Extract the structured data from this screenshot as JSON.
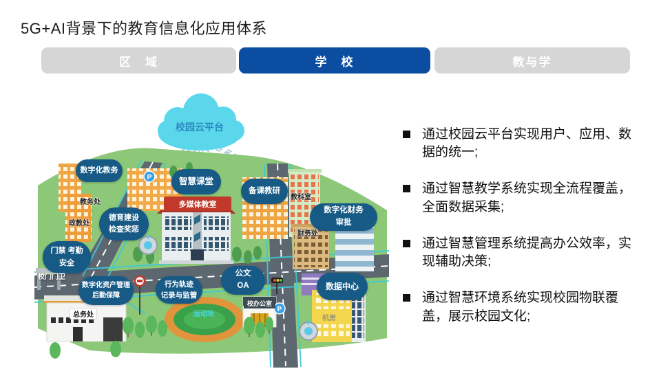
{
  "title": "5G+AI背景下的教育信息化应用体系",
  "tabs": {
    "region": "区　域",
    "school": "学　校",
    "teaching": "教与学"
  },
  "bullets": {
    "items": [
      "通过校园云平台实现用户、应用、数据的统一;",
      "通过智慧教学系统实现全流程覆盖，全面数据采集;",
      "通过智慧管理系统提高办公效率，实现辅助决策;",
      "通过智慧环境系统实现校园物联覆盖，展示校园文化;"
    ]
  },
  "diagram": {
    "cloud": "校园云平台",
    "building_sign": "多媒体教室",
    "bubbles": {
      "academic": "数字化教务",
      "classroom": "智慧课堂",
      "research": "备课教研",
      "moral": "德育建设\n检查奖惩",
      "finance": "数字化财务\n审批",
      "access": "门禁 考勤\n安全",
      "asset": "数字化资产管理\n后勤保障",
      "behavior": "行为轨迹\n记录与监管",
      "oa": "公文\nOA",
      "datacenter": "数据中心"
    },
    "labels": {
      "jiaowuchu": "教务处",
      "zhengjiaochu": "政教处",
      "jiaokeshi": "教科室",
      "caiwuchu": "财务处",
      "gate": "校门门卫",
      "zongwuchu": "总务处",
      "office": "校办公室",
      "server_room": "机房",
      "playground": "运动场"
    },
    "icons": {
      "parking": "P"
    }
  },
  "colors": {
    "tab_active": "#0b4da1",
    "tab_inactive": "#d6d6d6",
    "bubble": "#175a86",
    "cloud": "#5bd7ec",
    "cloud_text": "#2a8ac0",
    "ground": "#8cc878",
    "road": "#5d6770",
    "teal_line": "#3fc9d9",
    "sign_red": "#c0392b",
    "track_ring": "#e1943c",
    "track_field": "#3ba04a"
  }
}
